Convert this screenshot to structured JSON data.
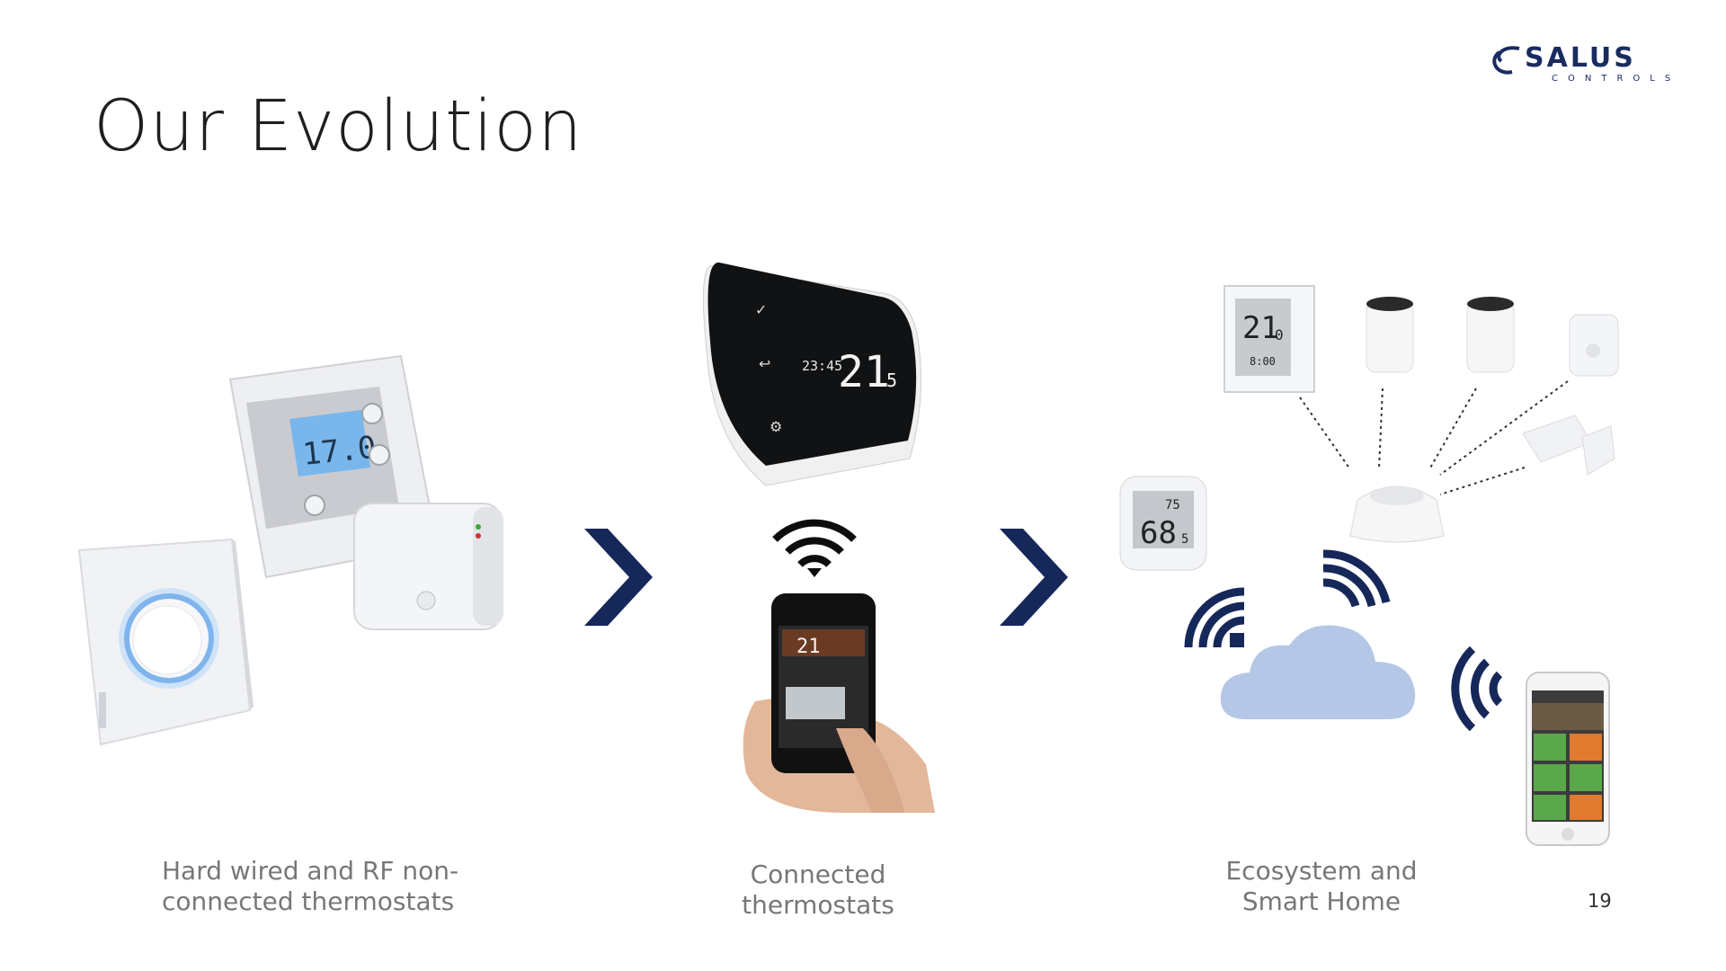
{
  "slide": {
    "title": "Our Evolution",
    "page_number": "19"
  },
  "logo": {
    "brand": "SALUS",
    "sub": "CONTROLS",
    "color": "#1a2b5f"
  },
  "stages": [
    {
      "caption_line1": "Hard wired and RF non-",
      "caption_line2": "connected thermostats"
    },
    {
      "caption_line1": "Connected",
      "caption_line2": "thermostats"
    },
    {
      "caption_line1": "Ecosystem and",
      "caption_line2": "Smart Home"
    }
  ],
  "devices": {
    "rf_thermostat_display": "17.0",
    "connected_thermostat_time": "23:45",
    "connected_thermostat_temp": "21",
    "connected_thermostat_temp_decimal": "5",
    "phone_temp": "21",
    "hub_thermostat_temp": "21",
    "hub_thermostat_decimal": "0",
    "hub_thermostat_time": "8:00",
    "humidity_sensor_top": "75",
    "humidity_sensor_main": "68",
    "humidity_sensor_decimal": "5"
  },
  "colors": {
    "arrow": "#16285a",
    "wifi": "#16285a",
    "cloud": "#b5c7e6"
  },
  "icons": [
    "chevron-right-icon",
    "wifi-icon",
    "cloud-icon"
  ]
}
